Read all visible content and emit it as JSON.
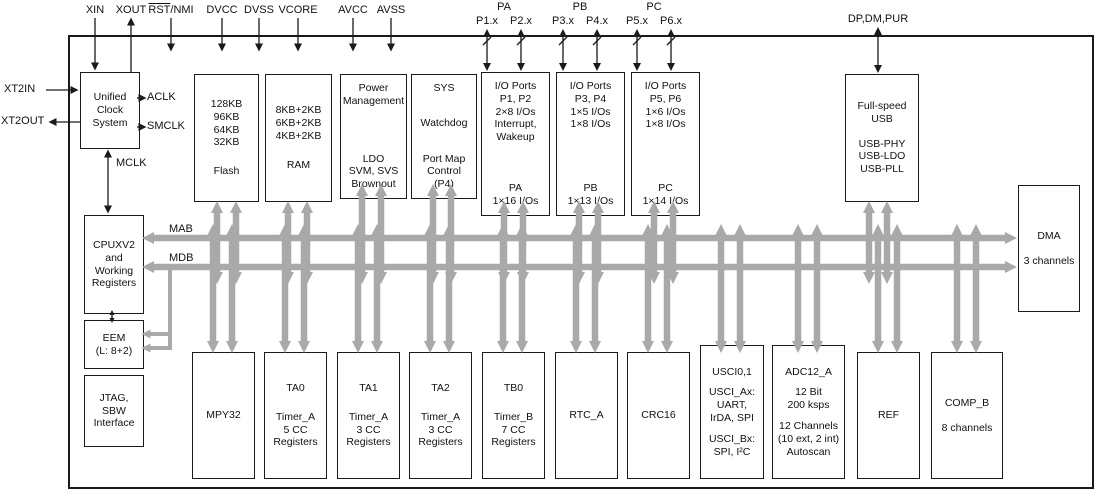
{
  "colors": {
    "bus": "#a9a9a9",
    "line": "#1a1a1a",
    "border": "#1a1a1a",
    "background": "#ffffff"
  },
  "pins": {
    "xin": "XIN",
    "xout": "XOUT",
    "rst_overline": "RST",
    "rst_rest": "/NMI",
    "dvcc": "DVCC",
    "dvss": "DVSS",
    "vcore": "VCORE",
    "avcc": "AVCC",
    "avss": "AVSS",
    "xt2in": "XT2IN",
    "xt2out": "XT2OUT",
    "usb_pins": "DP,DM,PUR",
    "port_groups": [
      {
        "group": "PA",
        "pins": [
          "P1.x",
          "P2.x"
        ]
      },
      {
        "group": "PB",
        "pins": [
          "P3.x",
          "P4.x"
        ]
      },
      {
        "group": "PC",
        "pins": [
          "P5.x",
          "P6.x"
        ]
      }
    ]
  },
  "clocks": {
    "aclk": "ACLK",
    "smclk": "SMCLK",
    "mclk": "MCLK"
  },
  "buses": {
    "mab": "MAB",
    "mdb": "MDB"
  },
  "blocks": {
    "ucs": {
      "lines": [
        "Unified",
        "Clock",
        "System"
      ]
    },
    "flash": {
      "sizes": [
        "128KB",
        "96KB",
        "64KB",
        "32KB"
      ],
      "name": "Flash"
    },
    "ram": {
      "sizes": [
        "8KB+2KB",
        "6KB+2KB",
        "4KB+2KB"
      ],
      "name": "RAM"
    },
    "pmm": {
      "title": [
        "Power",
        "Management"
      ],
      "features": [
        "LDO",
        "SVM, SVS",
        "Brownout"
      ]
    },
    "sys": {
      "title": "SYS",
      "sub1": "Watchdog",
      "sub2": [
        "Port Map",
        "Control",
        "(P4)"
      ]
    },
    "io12": {
      "top": [
        "I/O Ports",
        "P1, P2",
        "2×8 I/Os",
        "Interrupt,",
        "Wakeup"
      ],
      "bottom": [
        "PA",
        "1×16 I/Os"
      ]
    },
    "io34": {
      "top": [
        "I/O Ports",
        "P3, P4",
        "1×5 I/Os",
        "1×8 I/Os"
      ],
      "bottom": [
        "PB",
        "1×13 I/Os"
      ]
    },
    "io56": {
      "top": [
        "I/O Ports",
        "P5, P6",
        "1×6 I/Os",
        "1×8 I/Os"
      ],
      "bottom": [
        "PC",
        "1×14 I/Os"
      ]
    },
    "usb": {
      "title": [
        "Full-speed",
        "USB"
      ],
      "features": [
        "USB-PHY",
        "USB-LDO",
        "USB-PLL"
      ]
    },
    "dma": {
      "title": "DMA",
      "sub": "3 channels"
    },
    "cpu": {
      "lines": [
        "CPUXV2",
        "and",
        "Working",
        "Registers"
      ]
    },
    "eem": {
      "lines": [
        "EEM",
        "(L: 8+2)"
      ]
    },
    "jtag": {
      "lines": [
        "JTAG,",
        "SBW",
        "Interface"
      ]
    },
    "mpy": {
      "title": "MPY32"
    },
    "ta0": {
      "title": "TA0",
      "sub": [
        "Timer_A",
        "5 CC",
        "Registers"
      ]
    },
    "ta1": {
      "title": "TA1",
      "sub": [
        "Timer_A",
        "3 CC",
        "Registers"
      ]
    },
    "ta2": {
      "title": "TA2",
      "sub": [
        "Timer_A",
        "3 CC",
        "Registers"
      ]
    },
    "tb0": {
      "title": "TB0",
      "sub": [
        "Timer_B",
        "7 CC",
        "Registers"
      ]
    },
    "rtc": {
      "title": "RTC_A"
    },
    "crc": {
      "title": "CRC16"
    },
    "usci": {
      "title": "USCI0,1",
      "a": [
        "USCI_Ax:",
        "UART,",
        "IrDA, SPI"
      ],
      "b": [
        "USCI_Bx:",
        "SPI, I²C"
      ]
    },
    "adc": {
      "title": "ADC12_A",
      "spec": [
        "12 Bit",
        "200 ksps"
      ],
      "channels": [
        "12 Channels",
        "(10 ext, 2 int)",
        "Autoscan"
      ]
    },
    "ref": {
      "title": "REF"
    },
    "comp": {
      "title": "COMP_B",
      "sub": "8 channels"
    }
  }
}
